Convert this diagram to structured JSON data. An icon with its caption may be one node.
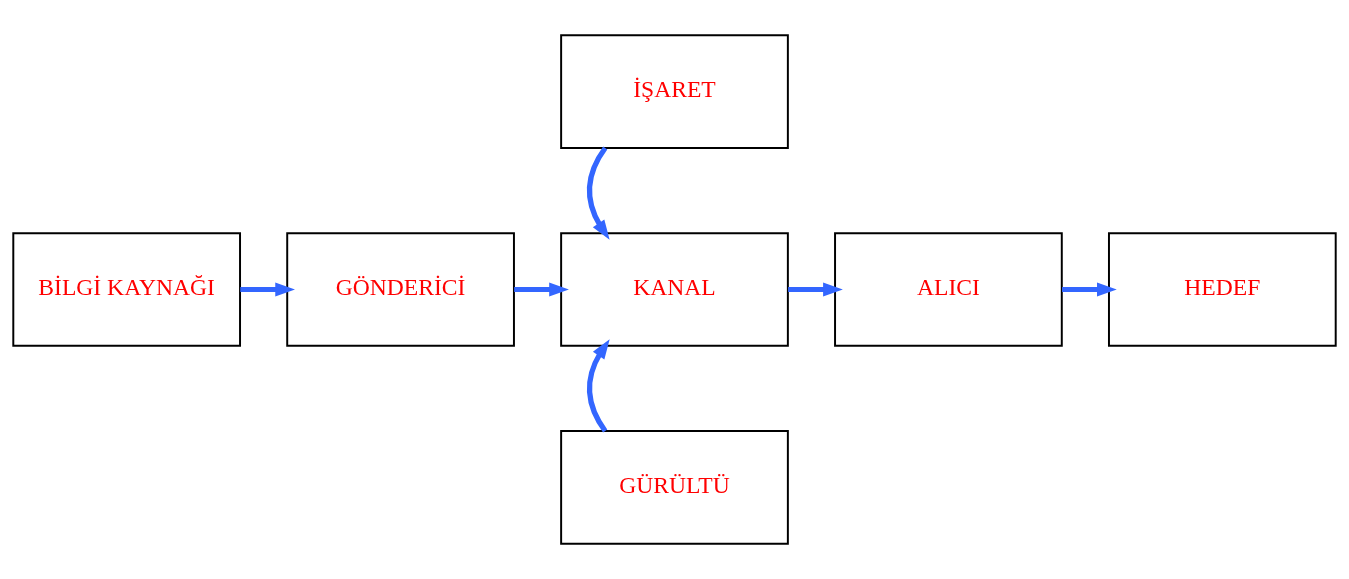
{
  "diagram": {
    "nodes": [
      {
        "text": [
          "BİLGİ KAYNAĞI"
        ]
      },
      {
        "text": [
          "GÖNDERİCİ"
        ]
      },
      {
        "text": [
          "İŞARET"
        ]
      },
      {
        "text": [
          "KANAL"
        ]
      },
      {
        "text": [
          "ALICI"
        ]
      },
      {
        "text": [
          "HEDEF"
        ]
      },
      {
        "text": [
          "GÜRÜLTÜ"
        ]
      }
    ],
    "edges": [
      {
        "from": 0,
        "to": 1,
        "arrow": "to"
      },
      {
        "from": 1,
        "to": 3,
        "arrow": "to"
      },
      {
        "from": 2,
        "to": 3,
        "arrow": "to"
      },
      {
        "from": 6,
        "to": 3,
        "arrow": "to"
      },
      {
        "from": 3,
        "to": 4,
        "arrow": "to"
      },
      {
        "from": 4,
        "to": 5,
        "arrow": "to"
      }
    ]
  }
}
